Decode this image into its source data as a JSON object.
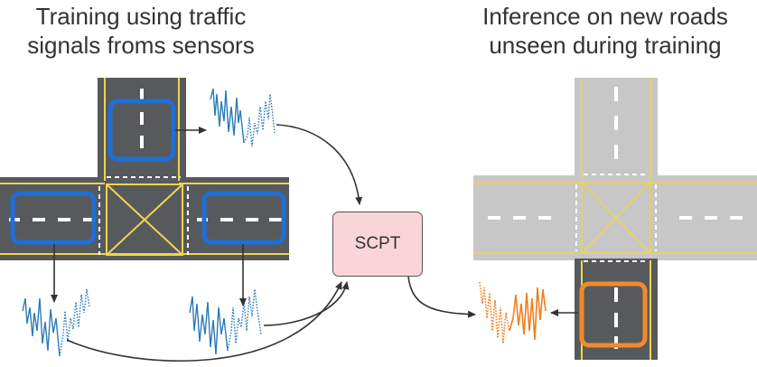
{
  "titles": {
    "left": [
      "Training using traffic",
      "signals froms sensors"
    ],
    "right": [
      "Inference on new roads",
      "unseen during training"
    ]
  },
  "model": {
    "label": "SCPT"
  },
  "colors": {
    "road_dark": "#575a5d",
    "road_light": "#c7c7c7",
    "lane_line": "#f1d44f",
    "sensor_blue": "#1f6fd6",
    "sensor_orange": "#f08a2c",
    "signal_blue": "#2b7bb9",
    "signal_orange": "#f07f1d",
    "model_fill": "#f9d5d9"
  },
  "icons": [
    "blue-sensor-box-icon",
    "orange-sensor-box-icon",
    "signal-waveform-icon",
    "arrow-icon"
  ]
}
